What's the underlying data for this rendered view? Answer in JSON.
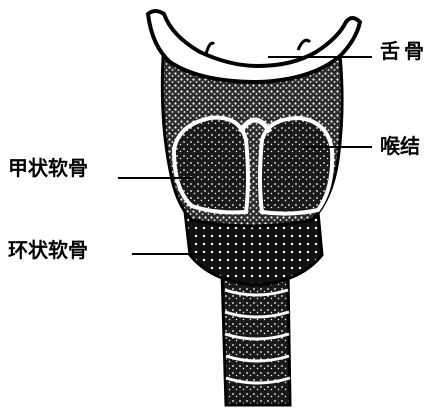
{
  "labels": {
    "hyoid": "舌骨",
    "laryngeal_prominence": "喉结",
    "thyroid_cartilage": "甲状软骨",
    "cricoid_cartilage": "环状软骨"
  }
}
